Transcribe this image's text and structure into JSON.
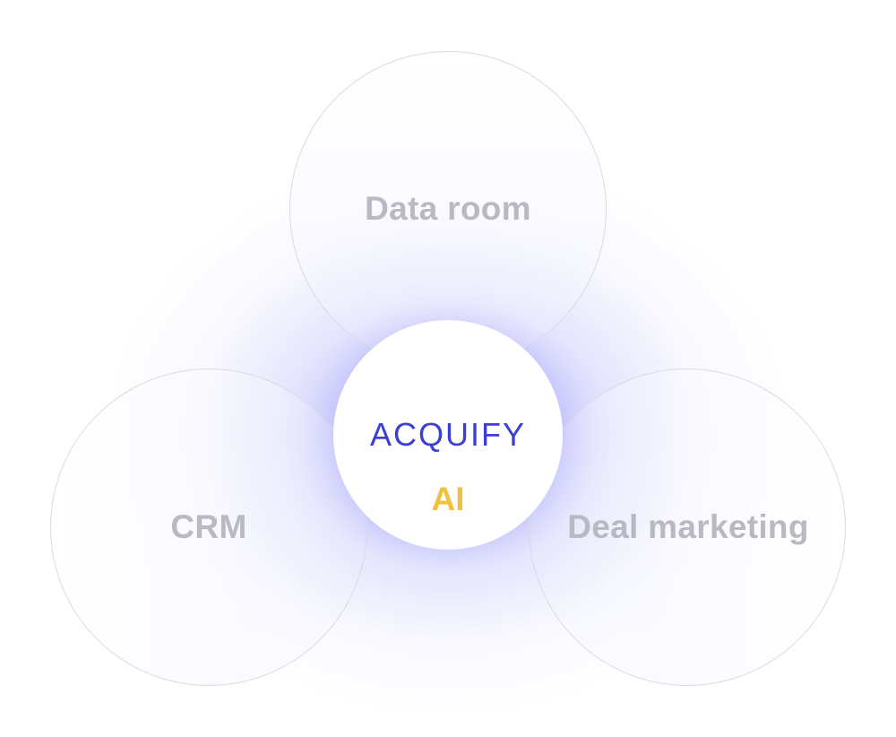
{
  "diagram": {
    "center": {
      "brand": "ACQUIFY",
      "tag": "AI"
    },
    "circles": [
      {
        "label": "Data room"
      },
      {
        "label": "CRM"
      },
      {
        "label": "Deal marketing"
      }
    ]
  },
  "colors": {
    "brand": "#3b3fd6",
    "ai_tag": "#f0c03f",
    "circle_label": "#b9b9c3",
    "circle_border": "#dadae2",
    "glow": "#6e6efa"
  }
}
